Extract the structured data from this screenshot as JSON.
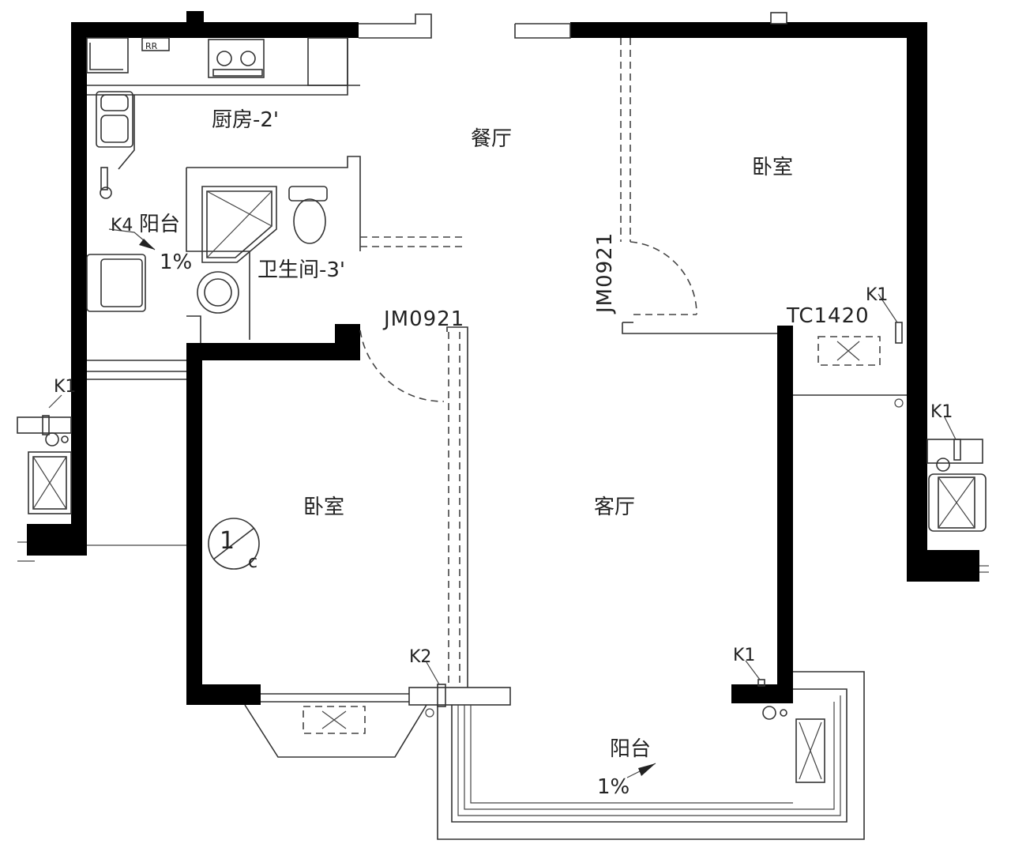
{
  "rooms": {
    "kitchen": "厨房-2'",
    "dining": "餐厅",
    "bedroom_ne": "卧室",
    "bathroom": "卫生间-3'",
    "bedroom_sw": "卧室",
    "living": "客厅",
    "balcony_nw": "阳台",
    "balcony_s": "阳台"
  },
  "slopes": {
    "balcony_nw": "1%",
    "balcony_s": "1%"
  },
  "codes": {
    "door_bedroom_sw": "JM0921",
    "door_bedroom_ne": "JM0921",
    "window_ne": "TC1420",
    "ac_k4": "K4",
    "ac_k1_west": "K1",
    "ac_k1_ne": "K1",
    "ac_k1_east": "K1",
    "ac_k1_south": "K1",
    "ac_k2": "K2",
    "fridge": "RR"
  },
  "section_mark": {
    "number": "1",
    "sheet": "c"
  }
}
